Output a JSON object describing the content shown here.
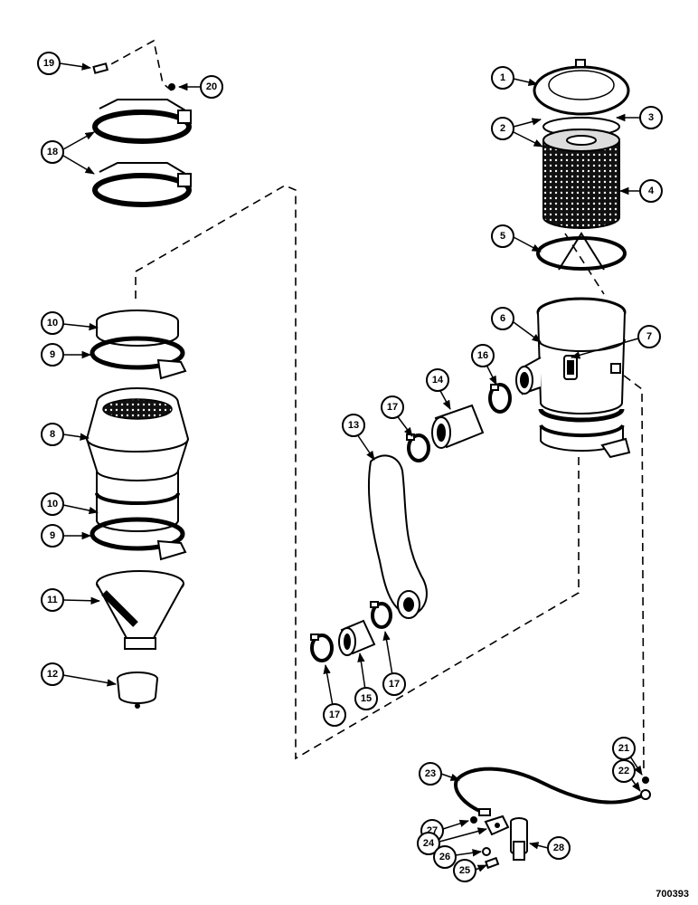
{
  "drawing_number": "700393",
  "colors": {
    "ink": "#000000",
    "paper": "#ffffff",
    "shade": "#555555"
  },
  "callouts": {
    "c1": "1",
    "c2": "2",
    "c3": "3",
    "c4": "4",
    "c5": "5",
    "c6": "6",
    "c7": "7",
    "c8": "8",
    "c9a": "9",
    "c9b": "9",
    "c10a": "10",
    "c10b": "10",
    "c11": "11",
    "c12": "12",
    "c13": "13",
    "c14": "14",
    "c15": "15",
    "c16": "16",
    "c17a": "17",
    "c17b": "17",
    "c17c": "17",
    "c18": "18",
    "c19": "19",
    "c20": "20",
    "c21": "21",
    "c22": "22",
    "c23": "23",
    "c24": "24",
    "c25": "25",
    "c26": "26",
    "c27": "27",
    "c28": "28"
  }
}
